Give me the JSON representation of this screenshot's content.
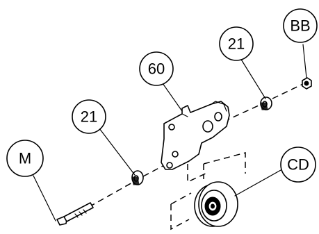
{
  "callouts": {
    "bolt": "M",
    "washer_left": "21",
    "bracket": "60",
    "washer_right": "21",
    "nut": "BB",
    "pulley": "CD"
  }
}
